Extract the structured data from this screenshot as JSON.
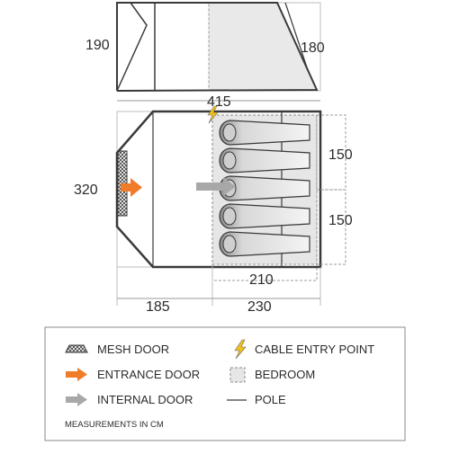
{
  "dimensions": {
    "side_left_height": "190",
    "side_right_height": "180",
    "overall_length": "415",
    "overall_width": "320",
    "bedroom_upper_width": "150",
    "bedroom_lower_width": "150",
    "bedroom_length": "210",
    "porch_length": "185",
    "inner_length": "230"
  },
  "legend": {
    "mesh_door": "MESH DOOR",
    "entrance_door": "ENTRANCE DOOR",
    "internal_door": "INTERNAL DOOR",
    "cable_entry_point": "CABLE ENTRY POINT",
    "bedroom": "BEDROOM",
    "pole": "POLE"
  },
  "note": "MEASUREMENTS IN CM",
  "sleeping_bag_count": 5,
  "colors": {
    "outline": "#3a3a3a",
    "dim_line": "#9a9a9a",
    "bedroom_fill": "#e6e6e6",
    "entrance_arrow": "#f07c2a",
    "internal_arrow": "#a8a8a8",
    "cable_icon": "#f2c21b",
    "legend_border": "#888888"
  }
}
